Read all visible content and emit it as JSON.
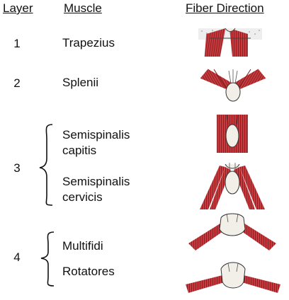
{
  "headers": {
    "layer": "Layer",
    "muscle": "Muscle",
    "fiber": "Fiber Direction"
  },
  "rows": [
    {
      "layer": "1",
      "muscles": [
        "Trapezius"
      ]
    },
    {
      "layer": "2",
      "muscles": [
        "Splenii"
      ]
    },
    {
      "layer": "3",
      "muscles": [
        "Semispinalis\ncapitis",
        "Semispinalis\ncervicis"
      ]
    },
    {
      "layer": "4",
      "muscles": [
        "Multifidi",
        "Rotatores"
      ]
    }
  ],
  "colors": {
    "muscle_red": "#c83a3e",
    "muscle_dark": "#7a1a1e",
    "bone": "#f2efe8",
    "ink": "#111111"
  },
  "icons": [
    "brace-icon",
    "trapezius-fiber-icon",
    "splenii-fiber-icon",
    "semispinalis-capitis-fiber-icon",
    "semispinalis-cervicis-fiber-icon",
    "multifidi-fiber-icon",
    "rotatores-fiber-icon"
  ]
}
